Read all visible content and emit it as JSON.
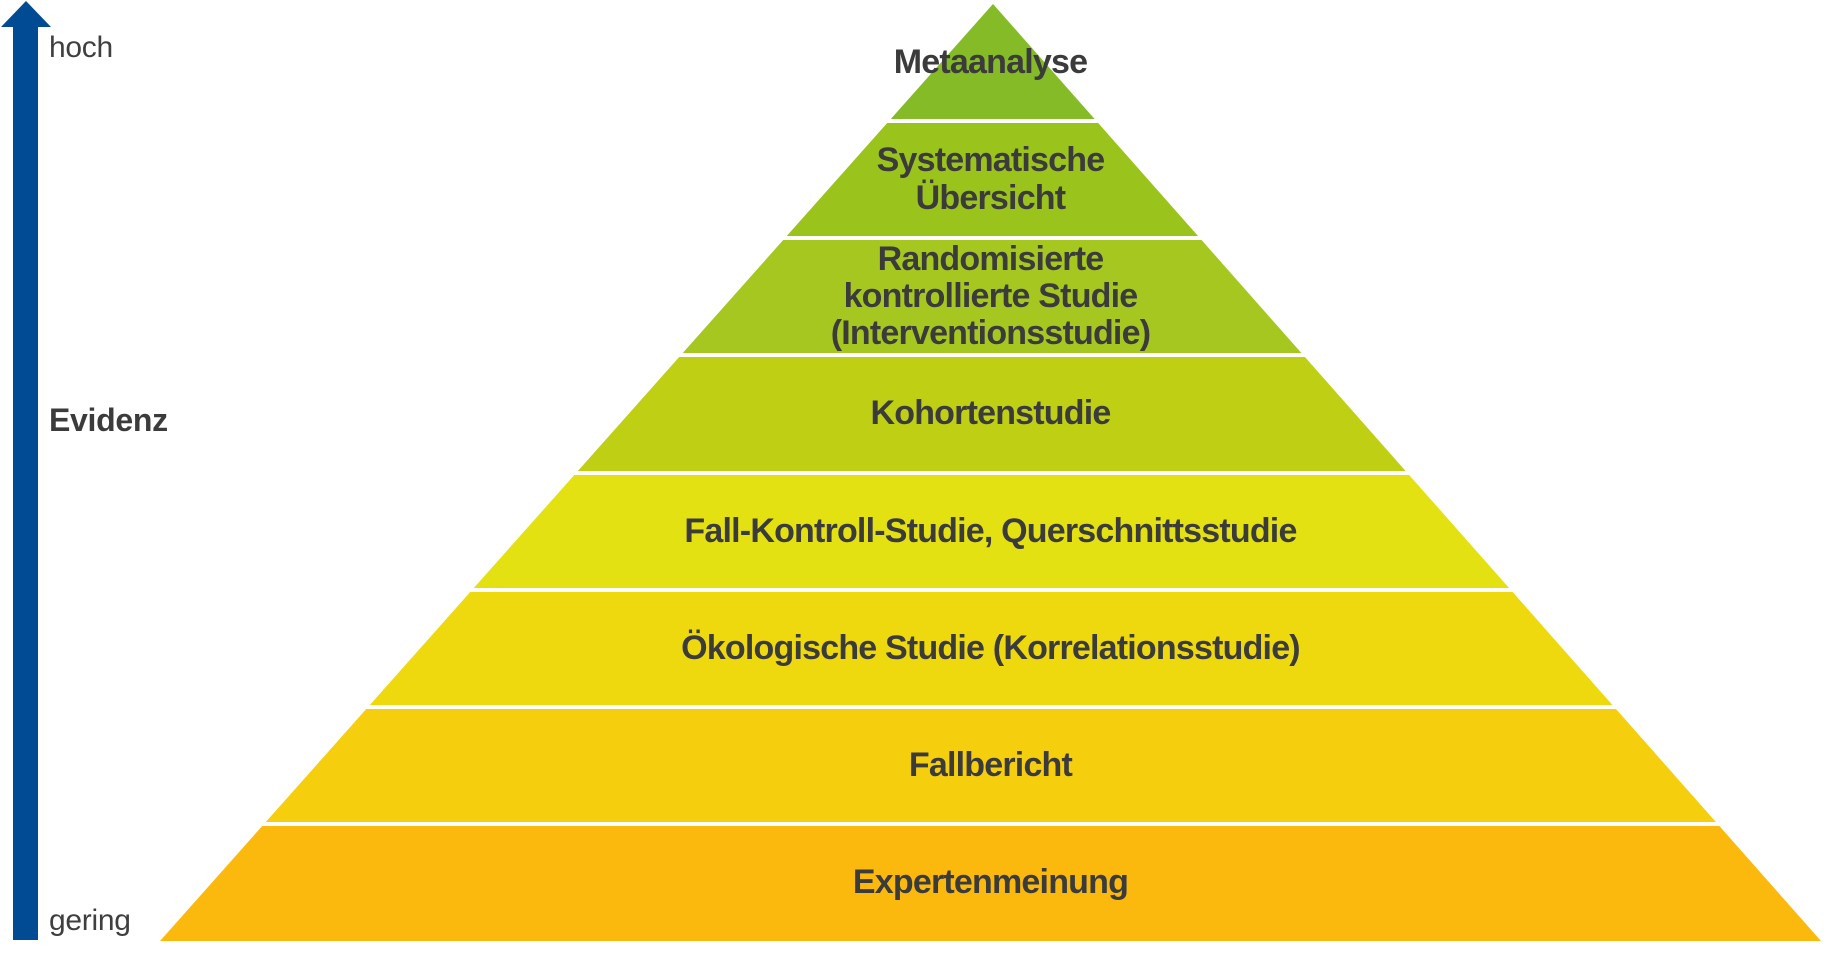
{
  "diagram": {
    "type": "evidence-pyramid",
    "background": "#ffffff",
    "text_color": "#3B3B3B"
  },
  "axis": {
    "arrow_color": "#004B93",
    "top_label": "hoch",
    "center_label": "Evidenz",
    "bottom_label": "gering"
  },
  "pyramid": {
    "levels": [
      {
        "name": "metaanalyse",
        "color": "#84BB26",
        "lines": [
          "Metaanalyse"
        ]
      },
      {
        "name": "systematische-uebersicht",
        "color": "#9AC31C",
        "lines": [
          "Systematische",
          "Übersicht"
        ]
      },
      {
        "name": "randomisierte-kontrollierte-studie",
        "color": "#A5C71F",
        "lines": [
          "Randomisierte",
          "kontrollierte Studie",
          "(Interventionsstudie)"
        ]
      },
      {
        "name": "kohortenstudie",
        "color": "#BECF14",
        "lines": [
          "Kohortenstudie"
        ]
      },
      {
        "name": "fall-kontroll-studie",
        "color": "#E3E112",
        "lines": [
          "Fall-Kontroll-Studie, Querschnittsstudie"
        ]
      },
      {
        "name": "oekologische-studie",
        "color": "#EED90E",
        "lines": [
          "Ökologische Studie (Korrelationsstudie)"
        ]
      },
      {
        "name": "fallbericht",
        "color": "#F5CE0D",
        "lines": [
          "Fallbericht"
        ]
      },
      {
        "name": "expertenmeinung",
        "color": "#FBB90D",
        "lines": [
          "Expertenmeinung"
        ]
      }
    ]
  }
}
